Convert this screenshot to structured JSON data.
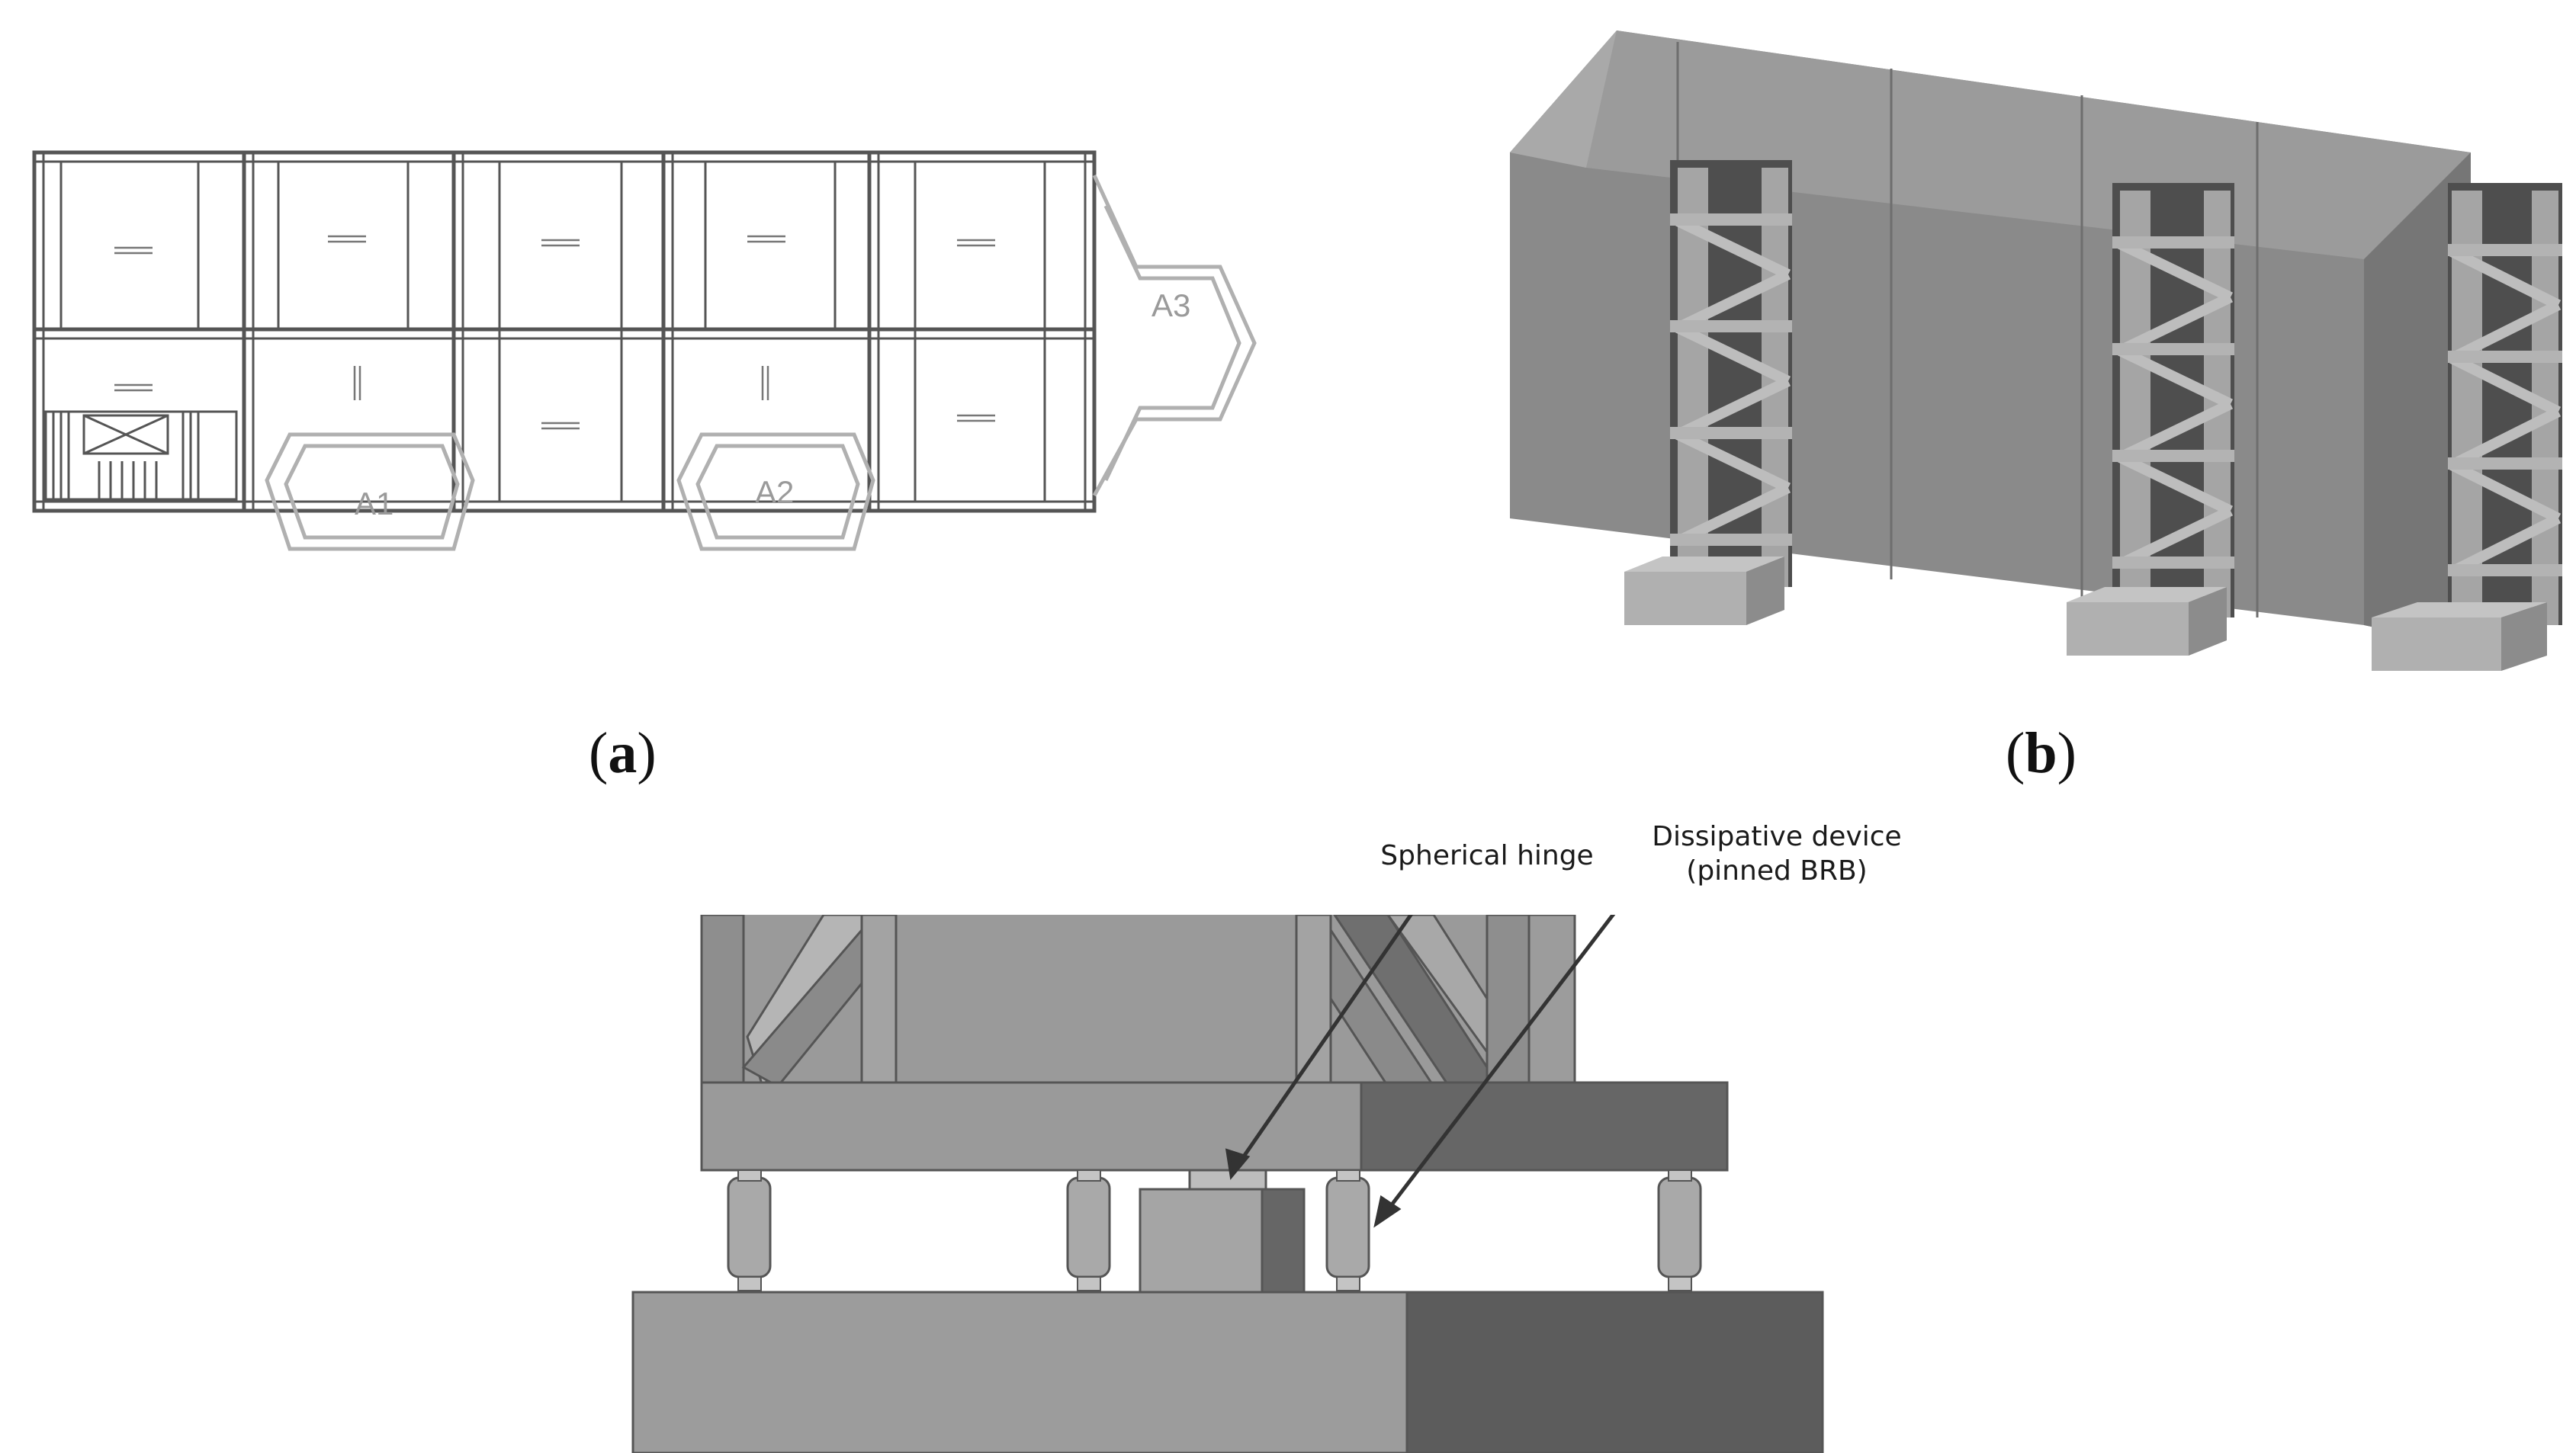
{
  "panels": {
    "a": {
      "caption_open": "(",
      "caption_letter": "a",
      "caption_close": ")",
      "area_labels": [
        "A1",
        "A2",
        "A3"
      ]
    },
    "b": {
      "caption_open": "(",
      "caption_letter": "b",
      "caption_close": ")"
    },
    "c": {
      "annotations": {
        "spherical_hinge": "Spherical hinge",
        "dissipative_line1": "Dissipative device",
        "dissipative_line2": "(pinned BRB)"
      }
    }
  },
  "colors": {
    "wall_front": "#8a8a8a",
    "wall_top": "#a9a9a9",
    "steel_light": "#9c9c9c",
    "steel_dark": "#5e5e5e",
    "plan_line": "#555555",
    "plan_light": "#b0b0b0"
  }
}
